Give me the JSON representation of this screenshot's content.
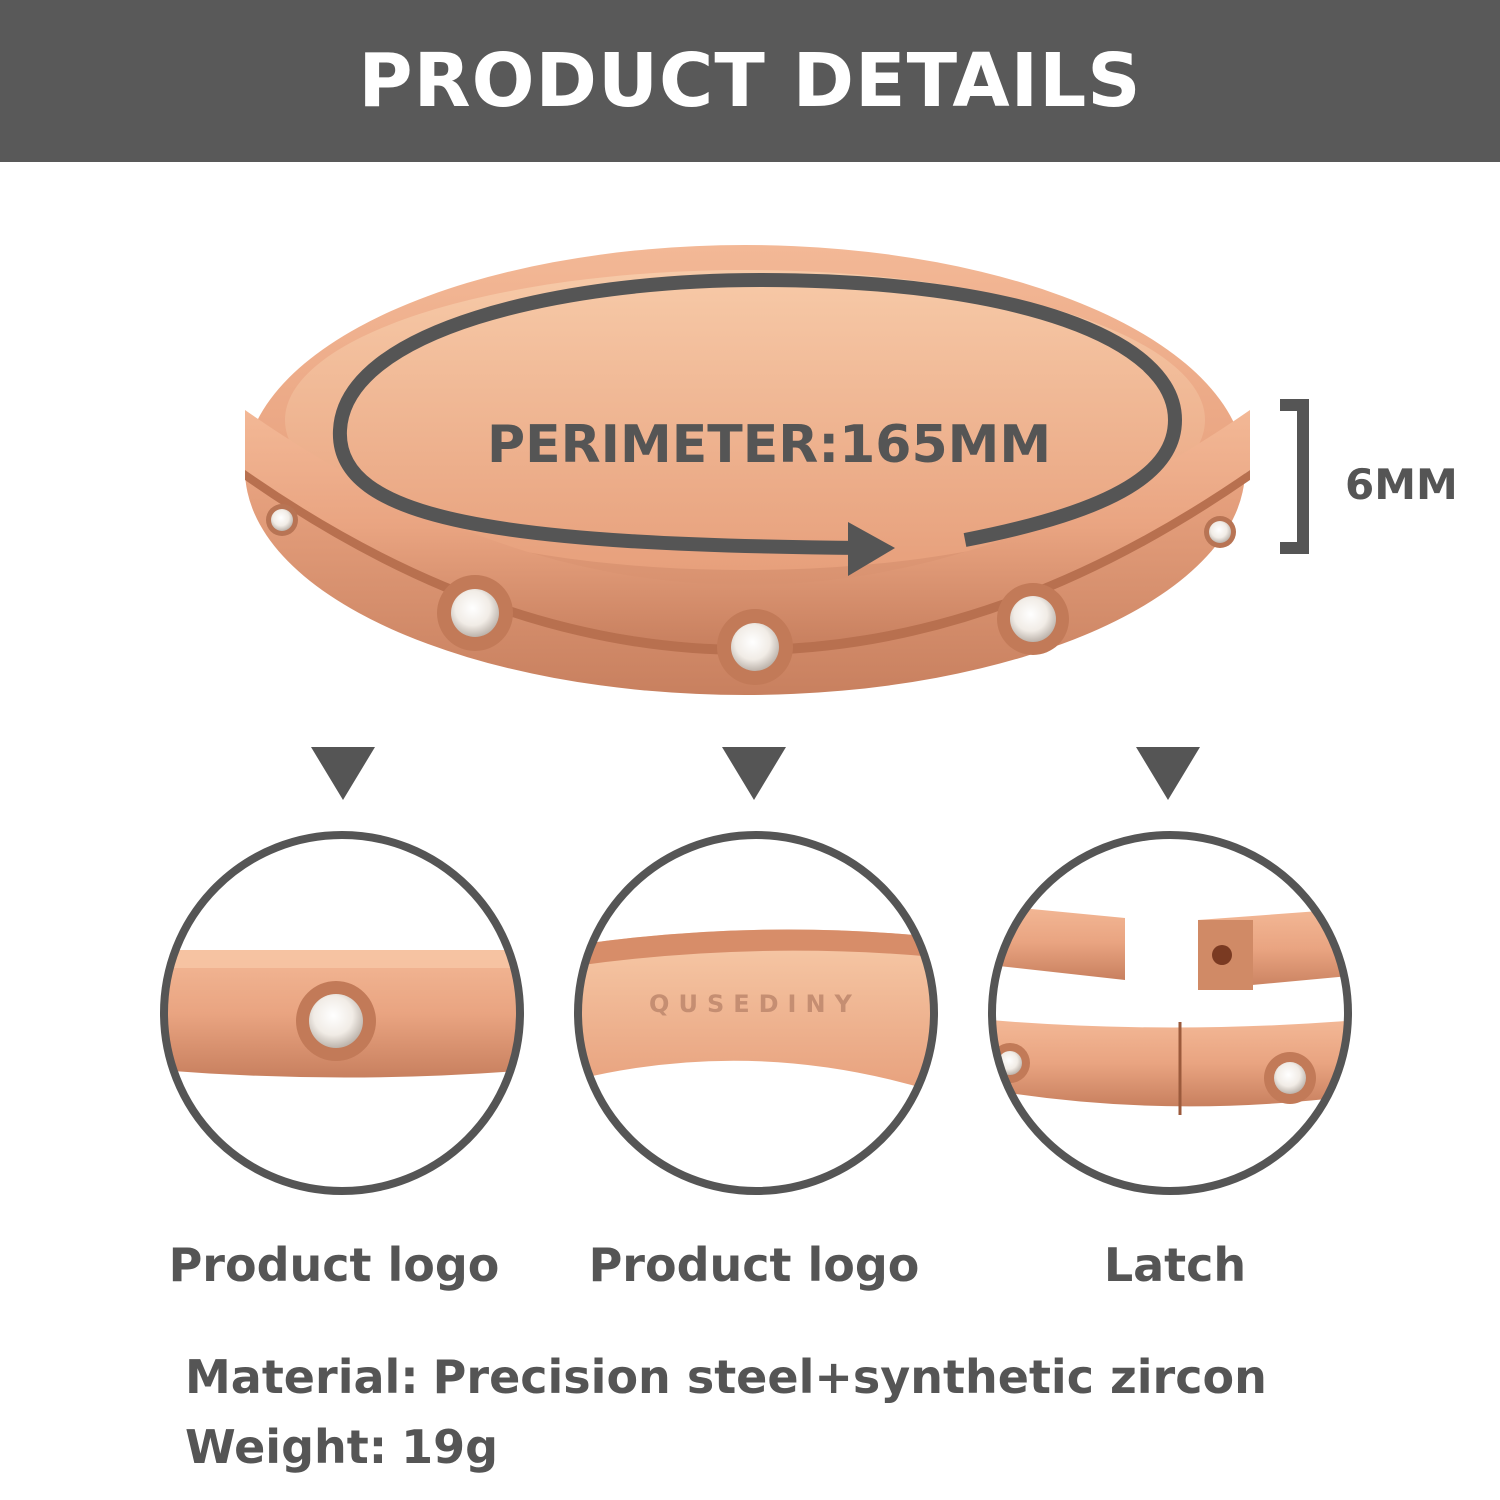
{
  "header": {
    "title": "PRODUCT DETAILS"
  },
  "product": {
    "engraving": "QUSEDINY",
    "perimeter_label": "PERIMETER:165MM",
    "width_label": "6MM"
  },
  "details": [
    {
      "caption": "Product logo"
    },
    {
      "caption": "Product logo"
    },
    {
      "caption": "Latch"
    }
  ],
  "specs": {
    "material_label": "Material:",
    "material_value": "Precision steel+synthetic zircon",
    "weight_label": "Weight:",
    "weight_value": "19g"
  },
  "colors": {
    "header_bg": "#595959",
    "text": "#555555",
    "rose_gold": "#e8a37f",
    "outline": "#555555"
  }
}
